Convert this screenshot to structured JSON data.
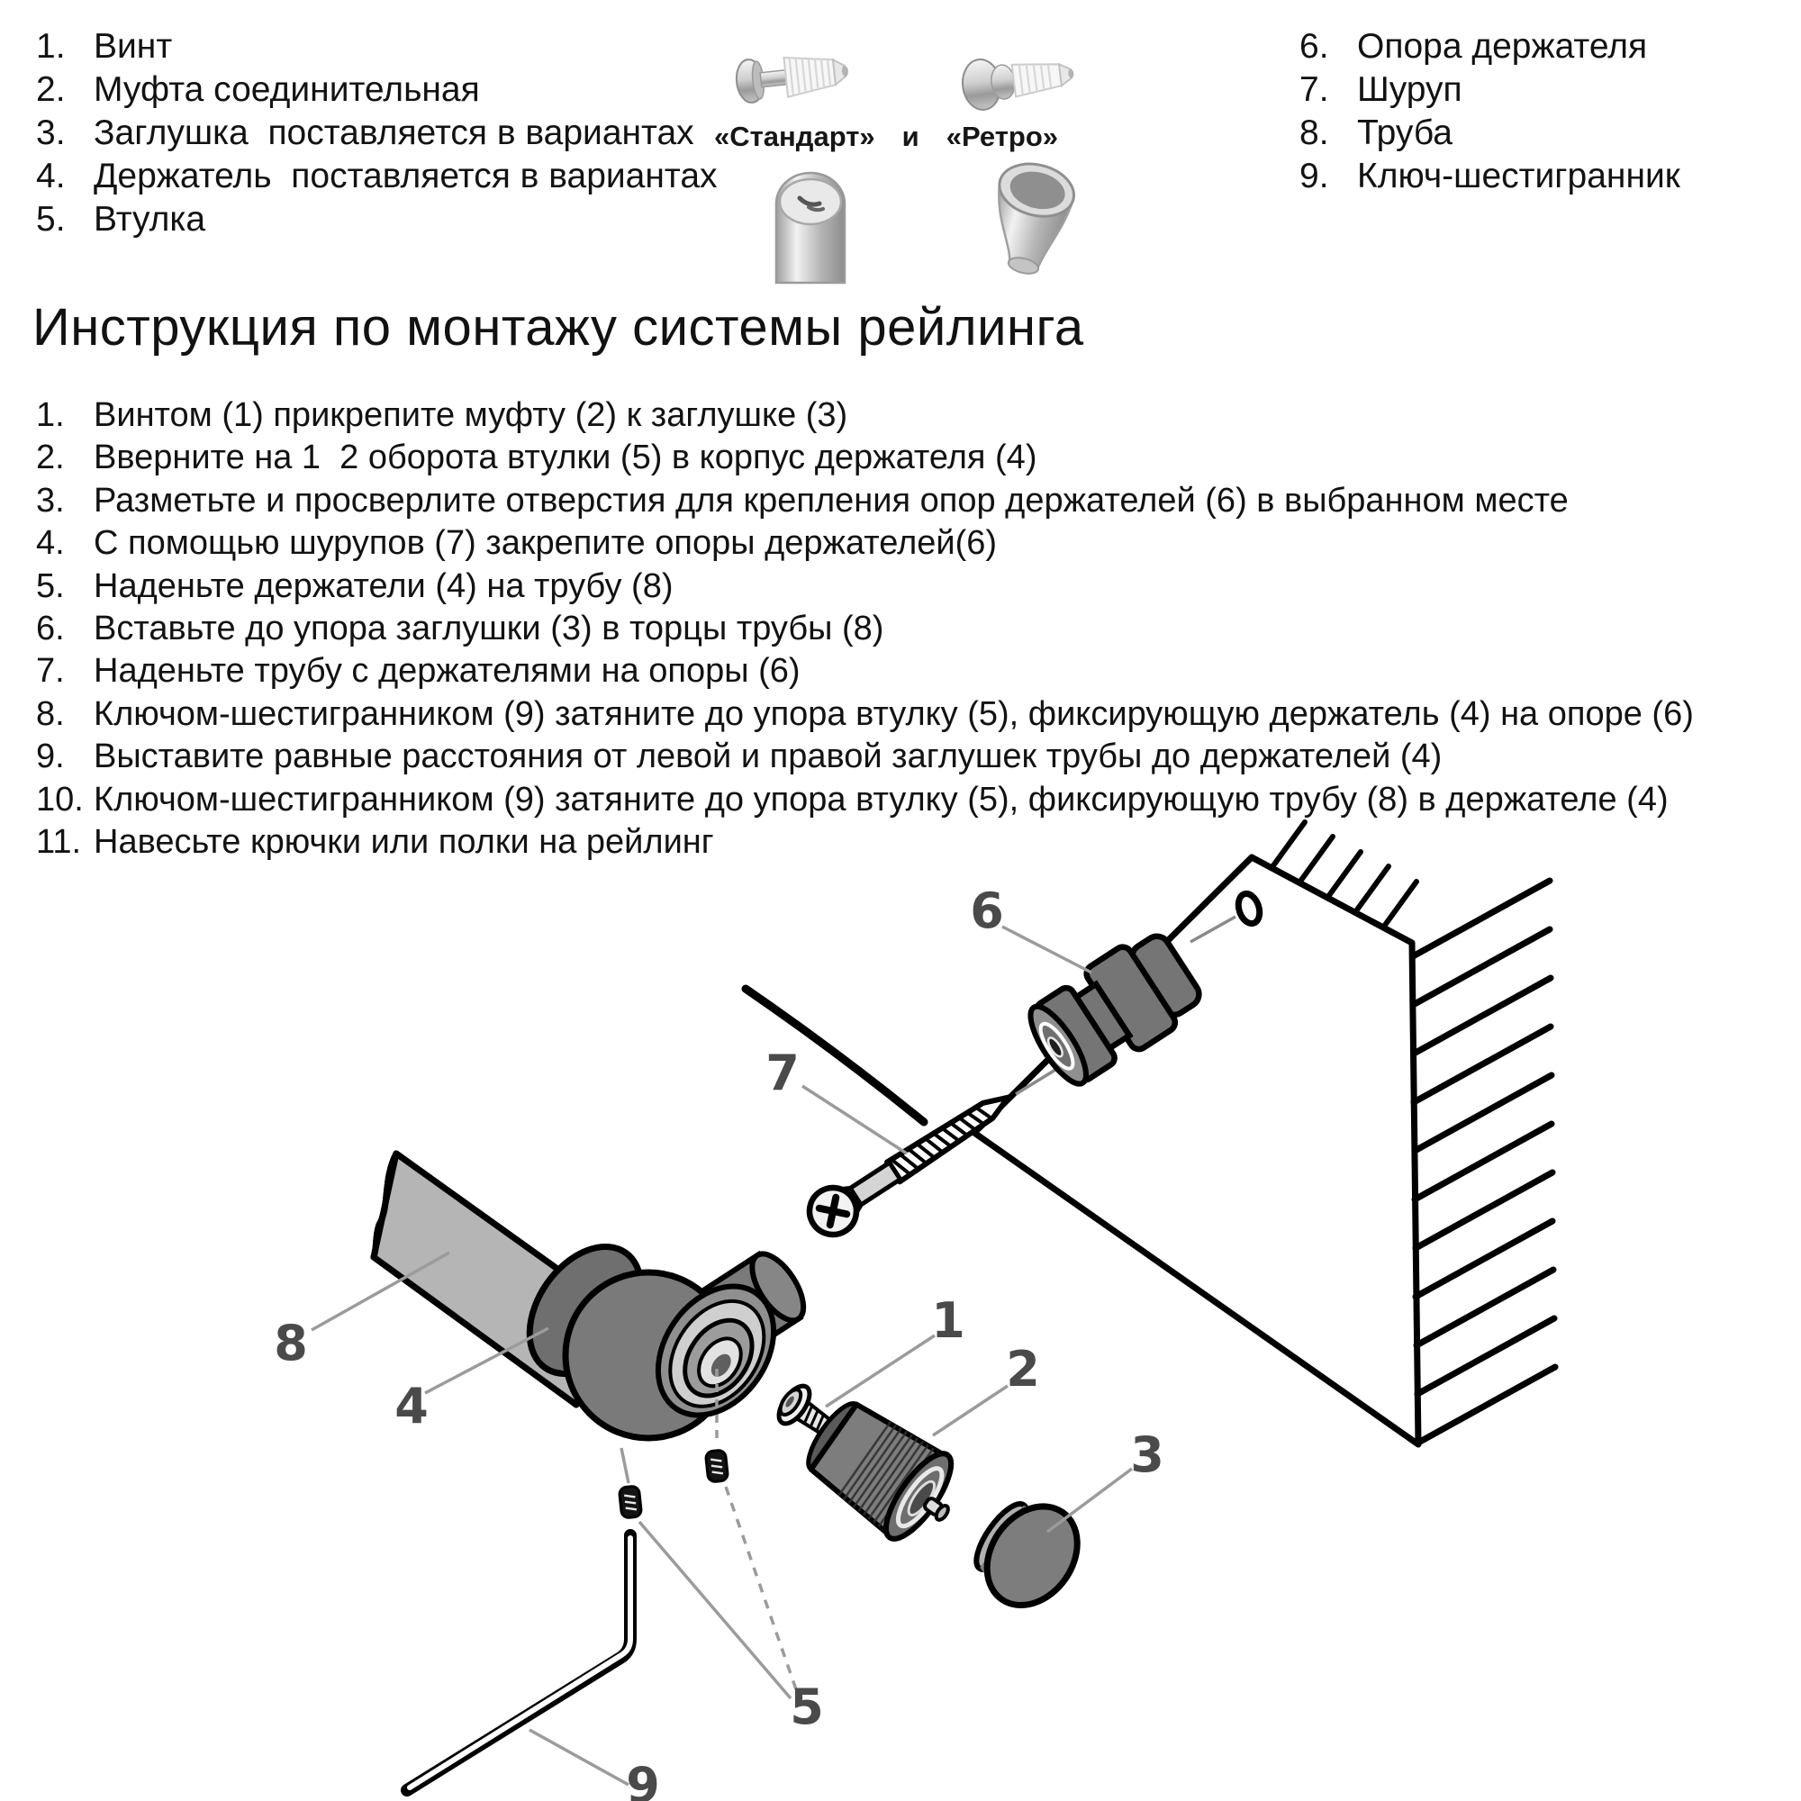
{
  "title": "Инструкция по монтажу системы рейлинга",
  "parts_left": [
    {
      "num": "1.",
      "label": "Винт"
    },
    {
      "num": "2.",
      "label": "Муфта соединительная"
    },
    {
      "num": "3.",
      "label": "Заглушка  поставляется в вариантах"
    },
    {
      "num": "4.",
      "label": "Держатель  поставляется в вариантах"
    },
    {
      "num": "5.",
      "label": "Втулка"
    }
  ],
  "parts_right": [
    {
      "num": "6.",
      "label": "Опора держателя"
    },
    {
      "num": "7.",
      "label": "Шуруп"
    },
    {
      "num": "8.",
      "label": "Труба"
    },
    {
      "num": "9.",
      "label": "Ключ-шестигранник"
    }
  ],
  "variants": {
    "standard": "«Стандарт»",
    "conj": "и",
    "retro": "«Ретро»"
  },
  "steps": [
    {
      "num": "1.",
      "text": "Винтом (1) прикрепите муфту (2) к заглушке (3)"
    },
    {
      "num": "2.",
      "text": "Вверните на 1  2 оборота втулки (5) в корпус держателя (4)"
    },
    {
      "num": "3.",
      "text": "Разметьте и просверлите отверстия для крепления опор держателей (6) в выбранном месте"
    },
    {
      "num": "4.",
      "text": "С помощью шурупов (7) закрепите опоры держателей(6)"
    },
    {
      "num": "5.",
      "text": "Наденьте держатели (4) на трубу (8)"
    },
    {
      "num": "6.",
      "text": "Вставьте до упора заглушки (3) в торцы трубы (8)"
    },
    {
      "num": "7.",
      "text": "Наденьте трубу с держателями на опоры (6)"
    },
    {
      "num": "8.",
      "text": "Ключом-шестигранником (9) затяните до упора втулку (5), фиксирующую держатель (4) на опоре (6)"
    },
    {
      "num": "9.",
      "text": "Выставите равные расстояния от левой и правой заглушек трубы до держателей (4)"
    },
    {
      "num": "10.",
      "text": "Ключом-шестигранником (9) затяните до упора втулку (5), фиксирующую трубу (8) в держателе (4)"
    },
    {
      "num": "11.",
      "text": "Навесьте крючки или полки на рейлинг"
    }
  ],
  "callouts": {
    "c1": "1",
    "c2": "2",
    "c3": "3",
    "c4": "4",
    "c5": "5",
    "c6": "6",
    "c7": "7",
    "c8": "8",
    "c9": "9"
  },
  "colors": {
    "text": "#121212",
    "callout": "#4a4a4a",
    "leader": "#9b9b9b",
    "part_dark": "#7a7a7a",
    "tube_gray": "#b5b5b5",
    "outline": "#000000"
  }
}
